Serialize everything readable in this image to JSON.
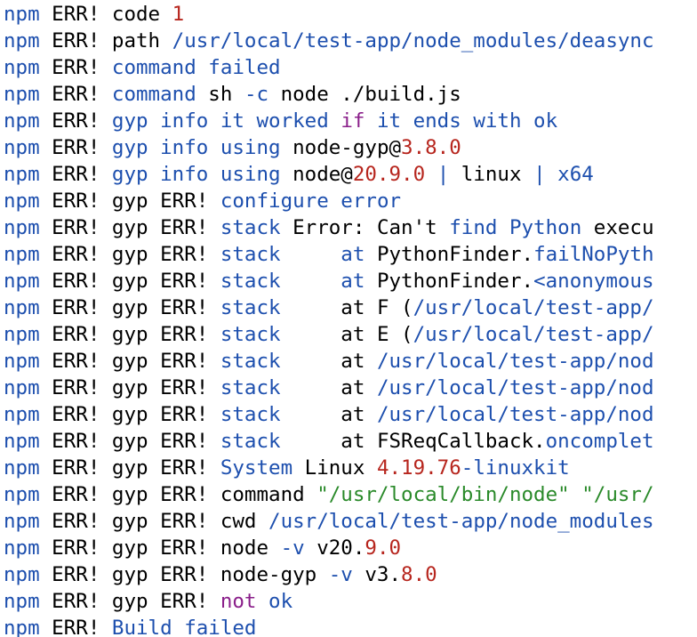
{
  "colors": {
    "plain": "#000000",
    "keyword": "#1d4fae",
    "number": "#b7261e",
    "string": "#2a8a2a",
    "purple": "#8a1f8a"
  },
  "lines": [
    [
      [
        "npm",
        "keyword"
      ],
      [
        " ERR! code ",
        "plain"
      ],
      [
        "1",
        "number"
      ]
    ],
    [
      [
        "npm",
        "keyword"
      ],
      [
        " ERR! path ",
        "plain"
      ],
      [
        "/usr/local/test-app/node_modules/deasync",
        "keyword"
      ]
    ],
    [
      [
        "npm",
        "keyword"
      ],
      [
        " ERR! ",
        "plain"
      ],
      [
        "command failed",
        "keyword"
      ]
    ],
    [
      [
        "npm",
        "keyword"
      ],
      [
        " ERR! ",
        "plain"
      ],
      [
        "command",
        "keyword"
      ],
      [
        " sh ",
        "plain"
      ],
      [
        "-c",
        "keyword"
      ],
      [
        " node ./build.js",
        "plain"
      ]
    ],
    [
      [
        "npm",
        "keyword"
      ],
      [
        " ERR! ",
        "plain"
      ],
      [
        "gyp info it worked ",
        "keyword"
      ],
      [
        "if",
        "purple"
      ],
      [
        " it ends with ok",
        "keyword"
      ]
    ],
    [
      [
        "npm",
        "keyword"
      ],
      [
        " ERR! ",
        "plain"
      ],
      [
        "gyp info using",
        "keyword"
      ],
      [
        " node-gyp@",
        "plain"
      ],
      [
        "3.8.0",
        "number"
      ]
    ],
    [
      [
        "npm",
        "keyword"
      ],
      [
        " ERR! ",
        "plain"
      ],
      [
        "gyp info using",
        "keyword"
      ],
      [
        " node@",
        "plain"
      ],
      [
        "20.9.0",
        "number"
      ],
      [
        " ",
        "plain"
      ],
      [
        "|",
        "keyword"
      ],
      [
        " linux ",
        "plain"
      ],
      [
        "|",
        "keyword"
      ],
      [
        " x64",
        "keyword"
      ]
    ],
    [
      [
        "npm",
        "keyword"
      ],
      [
        " ERR! gyp ERR! ",
        "plain"
      ],
      [
        "configure error",
        "keyword"
      ]
    ],
    [
      [
        "npm",
        "keyword"
      ],
      [
        " ERR! gyp ERR! ",
        "plain"
      ],
      [
        "stack",
        "keyword"
      ],
      [
        " Error: Can't ",
        "plain"
      ],
      [
        "find",
        "keyword"
      ],
      [
        " ",
        "plain"
      ],
      [
        "Python",
        "keyword"
      ],
      [
        " execu",
        "plain"
      ]
    ],
    [
      [
        "npm",
        "keyword"
      ],
      [
        " ERR! gyp ERR! ",
        "plain"
      ],
      [
        "stack     at",
        "keyword"
      ],
      [
        " PythonFinder.",
        "plain"
      ],
      [
        "failNoPyth",
        "keyword"
      ]
    ],
    [
      [
        "npm",
        "keyword"
      ],
      [
        " ERR! gyp ERR! ",
        "plain"
      ],
      [
        "stack     at",
        "keyword"
      ],
      [
        " PythonFinder.",
        "plain"
      ],
      [
        "<anonymous",
        "keyword"
      ]
    ],
    [
      [
        "npm",
        "keyword"
      ],
      [
        " ERR! gyp ERR! ",
        "plain"
      ],
      [
        "stack",
        "keyword"
      ],
      [
        "     at F (",
        "plain"
      ],
      [
        "/usr/local/test-app/",
        "keyword"
      ]
    ],
    [
      [
        "npm",
        "keyword"
      ],
      [
        " ERR! gyp ERR! ",
        "plain"
      ],
      [
        "stack",
        "keyword"
      ],
      [
        "     at E (",
        "plain"
      ],
      [
        "/usr/local/test-app/",
        "keyword"
      ]
    ],
    [
      [
        "npm",
        "keyword"
      ],
      [
        " ERR! gyp ERR! ",
        "plain"
      ],
      [
        "stack",
        "keyword"
      ],
      [
        "     at ",
        "plain"
      ],
      [
        "/usr/local/test-app/nod",
        "keyword"
      ]
    ],
    [
      [
        "npm",
        "keyword"
      ],
      [
        " ERR! gyp ERR! ",
        "plain"
      ],
      [
        "stack",
        "keyword"
      ],
      [
        "     at ",
        "plain"
      ],
      [
        "/usr/local/test-app/nod",
        "keyword"
      ]
    ],
    [
      [
        "npm",
        "keyword"
      ],
      [
        " ERR! gyp ERR! ",
        "plain"
      ],
      [
        "stack",
        "keyword"
      ],
      [
        "     at ",
        "plain"
      ],
      [
        "/usr/local/test-app/nod",
        "keyword"
      ]
    ],
    [
      [
        "npm",
        "keyword"
      ],
      [
        " ERR! gyp ERR! ",
        "plain"
      ],
      [
        "stack",
        "keyword"
      ],
      [
        "     at FSReqCallback.",
        "plain"
      ],
      [
        "oncomplet",
        "keyword"
      ]
    ],
    [
      [
        "npm",
        "keyword"
      ],
      [
        " ERR! gyp ERR! ",
        "plain"
      ],
      [
        "System",
        "keyword"
      ],
      [
        " Linux ",
        "plain"
      ],
      [
        "4.19.76",
        "number"
      ],
      [
        "-linuxkit",
        "keyword"
      ]
    ],
    [
      [
        "npm",
        "keyword"
      ],
      [
        " ERR! gyp ERR! command ",
        "plain"
      ],
      [
        "\"/usr/local/bin/node\"",
        "string"
      ],
      [
        " ",
        "plain"
      ],
      [
        "\"/usr/",
        "string"
      ]
    ],
    [
      [
        "npm",
        "keyword"
      ],
      [
        " ERR! gyp ERR! cwd ",
        "plain"
      ],
      [
        "/usr/local/test-app/node_modules",
        "keyword"
      ]
    ],
    [
      [
        "npm",
        "keyword"
      ],
      [
        " ERR! gyp ERR! node ",
        "plain"
      ],
      [
        "-v",
        "keyword"
      ],
      [
        " v20.",
        "plain"
      ],
      [
        "9.0",
        "number"
      ]
    ],
    [
      [
        "npm",
        "keyword"
      ],
      [
        " ERR! gyp ERR! node-gyp ",
        "plain"
      ],
      [
        "-v",
        "keyword"
      ],
      [
        " v3.",
        "plain"
      ],
      [
        "8.0",
        "number"
      ]
    ],
    [
      [
        "npm",
        "keyword"
      ],
      [
        " ERR! gyp ERR! ",
        "plain"
      ],
      [
        "not",
        "purple"
      ],
      [
        " ",
        "plain"
      ],
      [
        "ok",
        "keyword"
      ]
    ],
    [
      [
        "npm",
        "keyword"
      ],
      [
        " ERR! ",
        "plain"
      ],
      [
        "Build failed",
        "keyword"
      ]
    ]
  ]
}
